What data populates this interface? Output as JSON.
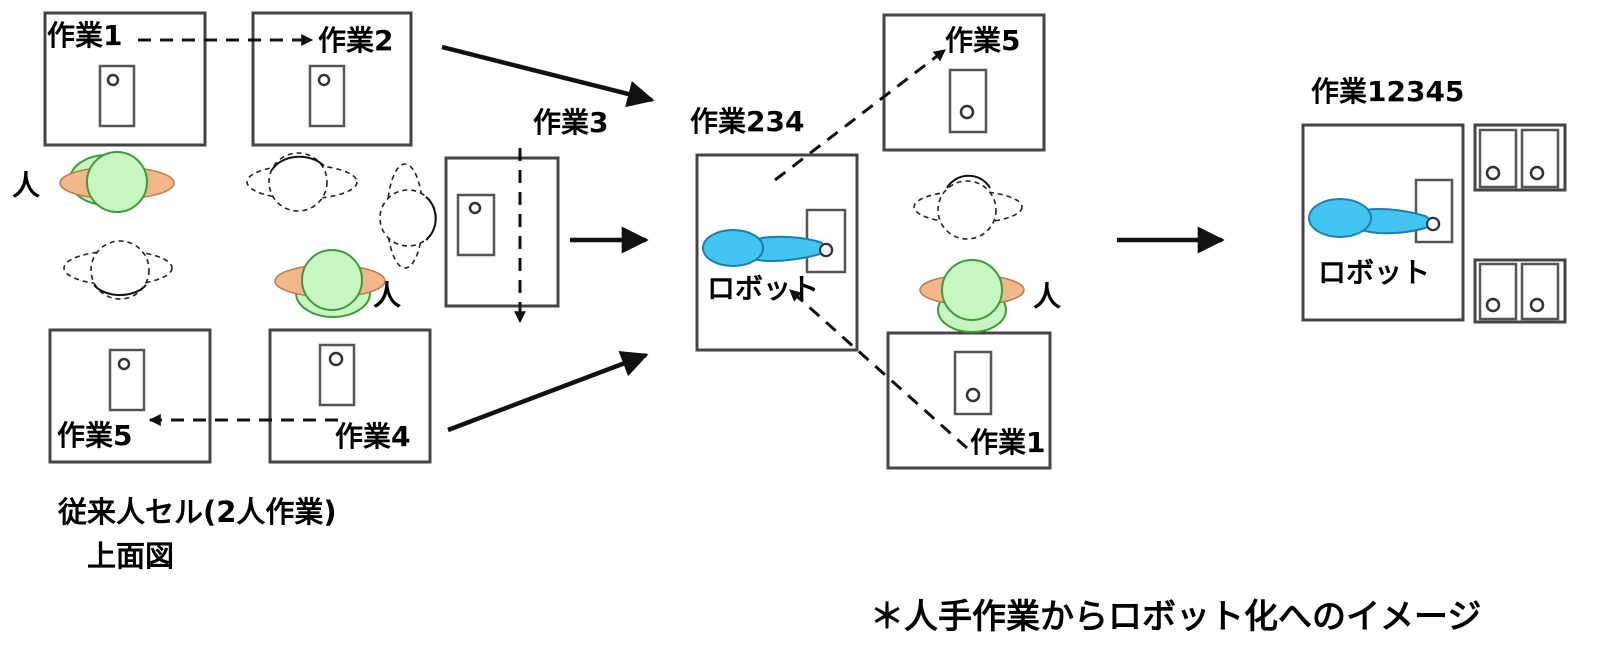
{
  "tasks": {
    "left_task1": "作業1",
    "left_task2": "作業2",
    "left_task3": "作業3",
    "left_task4": "作業4",
    "left_task5": "作業5",
    "mid_task234": "作業234",
    "mid_task5": "作業5",
    "mid_task1": "作業1",
    "right_task12345": "作業12345"
  },
  "actors": {
    "person_left": "人",
    "person_center": "人",
    "person_mid": "人",
    "robot_mid": "ロボット",
    "robot_right": "ロボット"
  },
  "captions": {
    "conventional_line1": "従来人セル(2人作業)",
    "conventional_line2": "上面図",
    "footnote": "＊人手作業からロボット化へのイメージ"
  },
  "colors": {
    "person_head": "#c8f5c0",
    "person_shoulder": "#f2b78a",
    "person_outline": "#3f9a3f",
    "robot_arm": "#42c4f0",
    "robot_outline": "#1c7fb0"
  }
}
